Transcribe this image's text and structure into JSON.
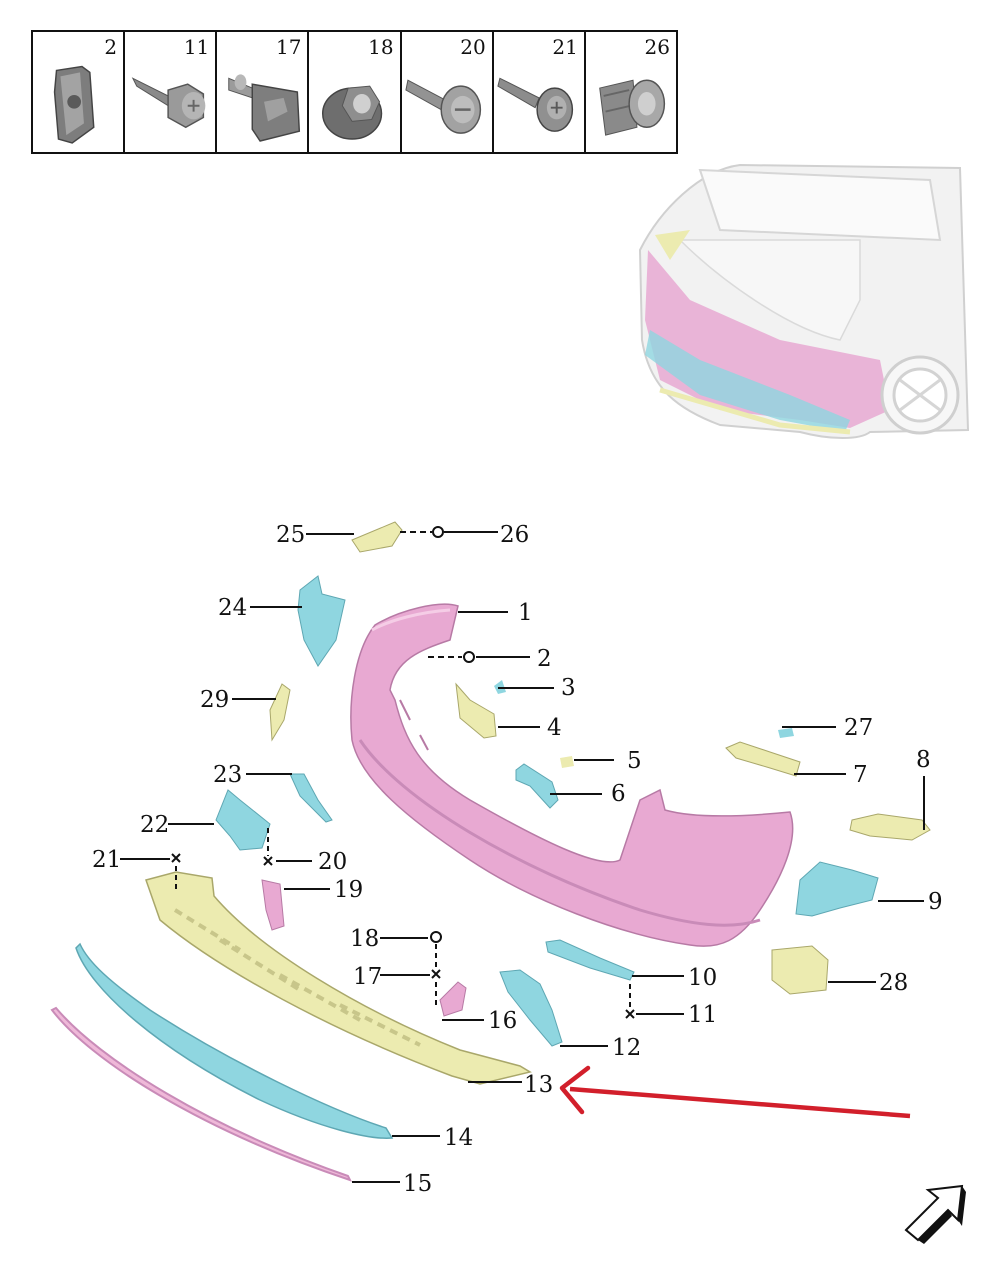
{
  "hardware": [
    {
      "number": "2",
      "icon": "clip-nut-icon"
    },
    {
      "number": "11",
      "icon": "hex-screw-icon"
    },
    {
      "number": "17",
      "icon": "flange-bolt-icon"
    },
    {
      "number": "18",
      "icon": "flange-nut-icon"
    },
    {
      "number": "20",
      "icon": "pan-screw-icon"
    },
    {
      "number": "21",
      "icon": "torx-screw-icon"
    },
    {
      "number": "26",
      "icon": "expansion-rivet-icon"
    }
  ],
  "callouts": [
    "1",
    "2",
    "3",
    "4",
    "5",
    "6",
    "7",
    "8",
    "9",
    "10",
    "11",
    "12",
    "13",
    "14",
    "15",
    "16",
    "17",
    "18",
    "19",
    "20",
    "21",
    "22",
    "23",
    "24",
    "25",
    "26",
    "27",
    "28",
    "29"
  ],
  "colors": {
    "bumper_cover": "#e8a9d2",
    "bracket_blue": "#8fd6e0",
    "bracket_yellow": "#ecebb0",
    "trim_strip_pink": "#efb8d8",
    "highlight_arrow": "#d21f2b",
    "line": "#111111"
  },
  "icons": {
    "orientation": "forward-arrow-icon",
    "highlight": "red-arrow-icon",
    "vehicle": "vehicle-rear-icon"
  }
}
